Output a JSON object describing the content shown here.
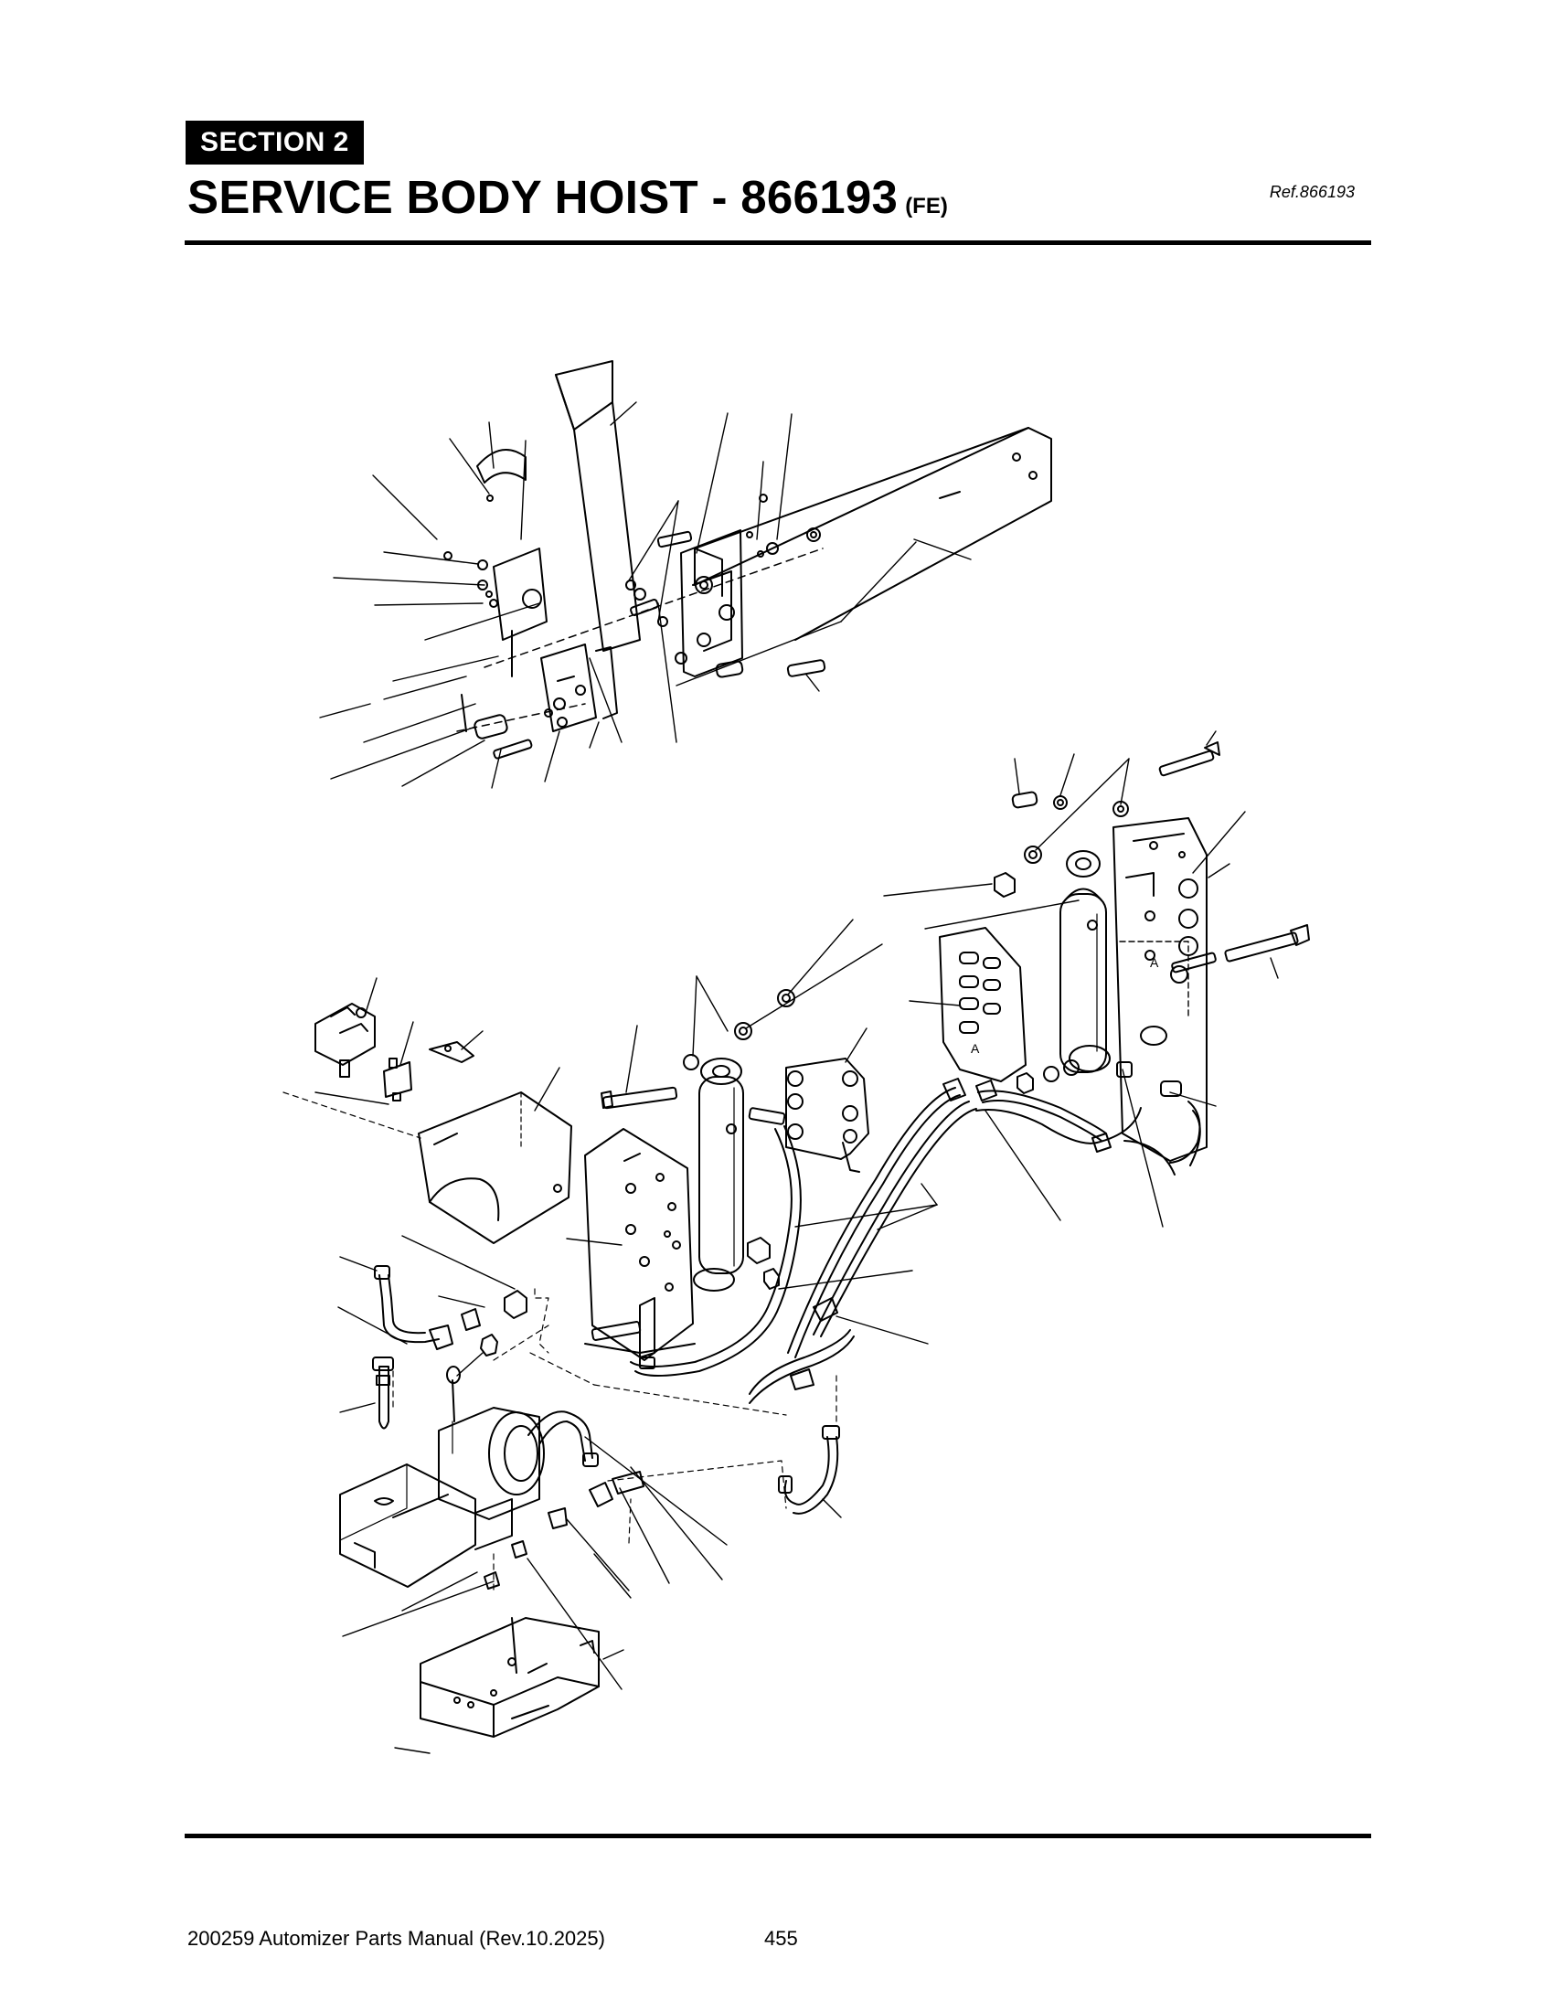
{
  "header": {
    "section_label": "SECTION  2",
    "title": "SERVICE BODY HOIST - 866193",
    "title_suffix": "(FE)",
    "reference": "Ref.866193"
  },
  "diagram": {
    "panel_letter_a": "A",
    "panel_letter_b": "A"
  },
  "footer": {
    "manual": "200259 Automizer Parts Manual (Rev.10.2025)",
    "page_number": "455"
  }
}
